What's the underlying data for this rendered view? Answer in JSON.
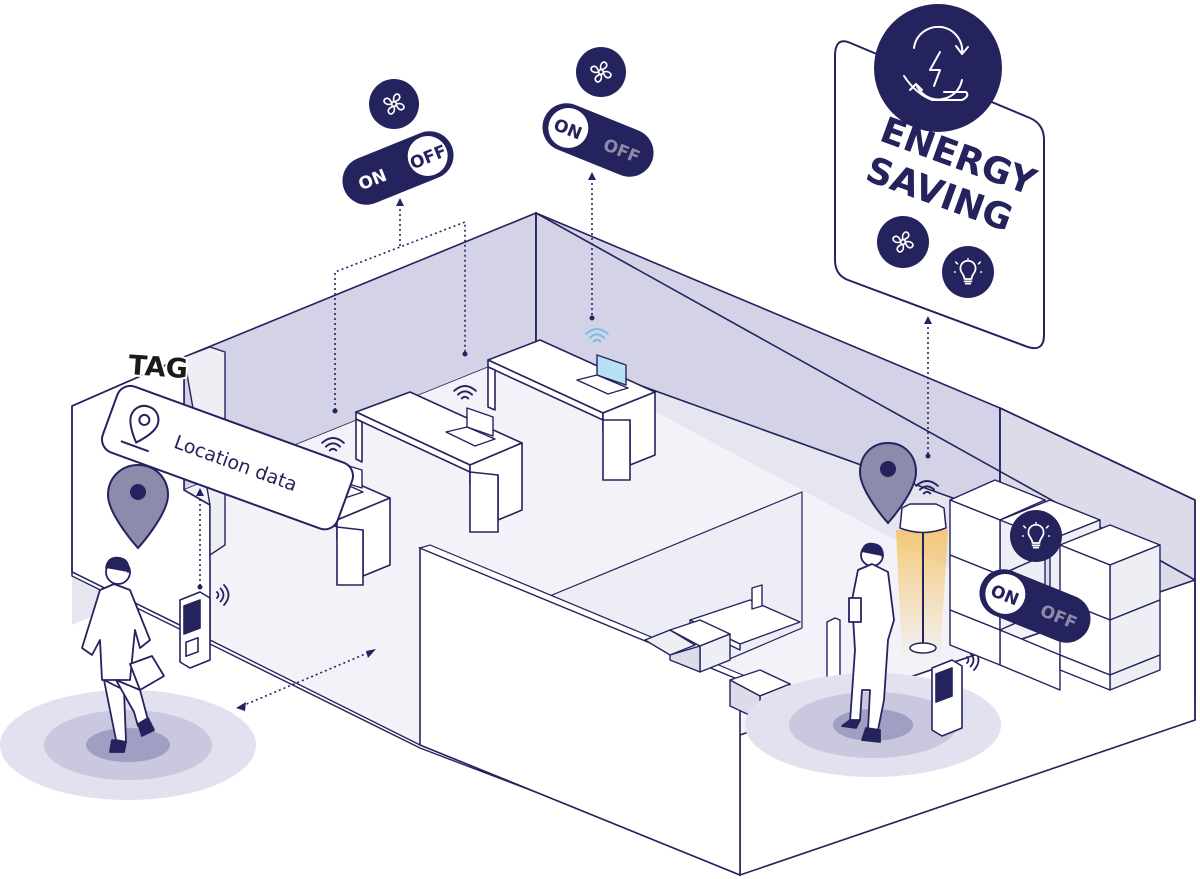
{
  "tag_label": {
    "title": "TAG",
    "text": "Location data"
  },
  "toggle_left": {
    "on": "ON",
    "off": "OFF",
    "state": "off"
  },
  "toggle_middle": {
    "on": "ON",
    "off": "OFF",
    "state": "on"
  },
  "toggle_right": {
    "on": "ON",
    "off": "OFF",
    "state": "on"
  },
  "energy_card": {
    "line1": "ENERGY",
    "line2": "SAVING"
  },
  "icons": [
    "fan-icon",
    "lightbulb-icon",
    "energy-cycle-icon",
    "location-pin-icon",
    "wifi-icon",
    "laptop-icon"
  ],
  "colors": {
    "navy": "#25235e",
    "lavender": "#d3d2e6",
    "light_lavender": "#e6e6f1",
    "floor": "#f2f2f8",
    "gray_off": "#8c8bab",
    "lamp_glow": "#f6c56a",
    "screen": "#b8e0f5"
  }
}
